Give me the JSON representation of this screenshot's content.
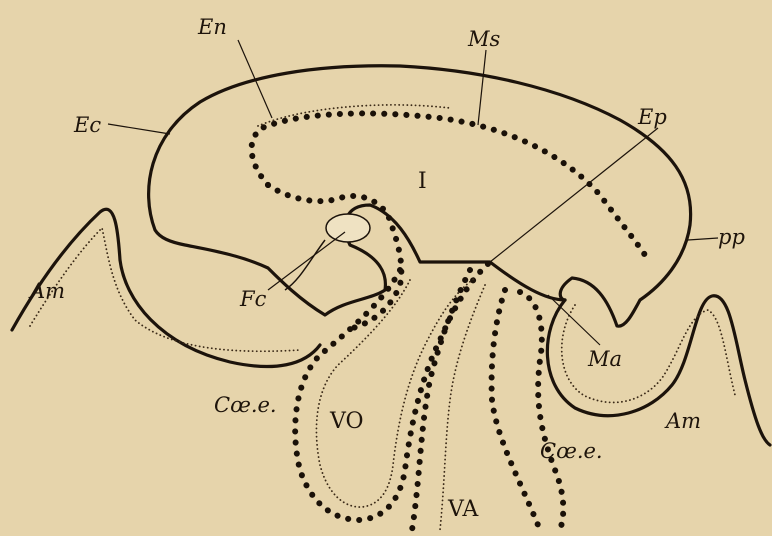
{
  "labels": {
    "en": "En",
    "ms": "Ms",
    "ec": "Ec",
    "ep": "Ep",
    "i": "I",
    "pp": "pp",
    "am_left": "Am",
    "fc": "Fc",
    "ma": "Ma",
    "coe_left": "Cœ.e.",
    "vo": "VO",
    "am_right": "Am",
    "coe_right": "Cœ.e.",
    "va": "VA"
  },
  "colors": {
    "paper": "#e6d4ab",
    "stipple_fill": "#ddc89c",
    "ink": "#1c130b"
  }
}
